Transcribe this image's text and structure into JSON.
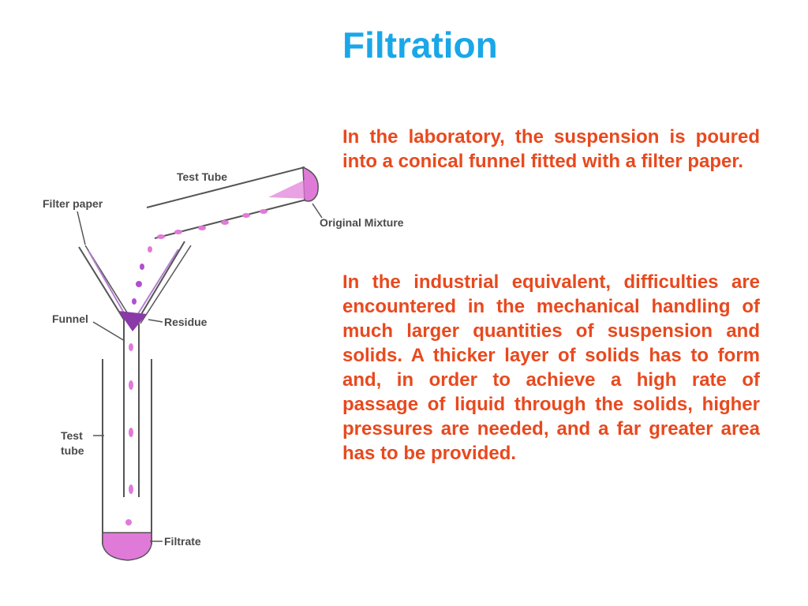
{
  "slide": {
    "title": "Filtration",
    "paragraphs": [
      "In the laboratory, the suspension is poured into a conical funnel fitted with a filter paper.",
      "In the industrial equivalent, difficulties are encountered in the mechanical handling of much larger quantities of suspension and solids. A thicker layer of solids has to form and, in order to achieve a high rate of passage of liquid through the solids, higher pressures are needed, and a far greater area has to be provided."
    ]
  },
  "diagram": {
    "labels": {
      "test_tube_top": "Test Tube",
      "filter_paper": "Filter paper",
      "original_mixture": "Original Mixture",
      "funnel": "Funnel",
      "residue": "Residue",
      "test_tube_line1": "Test",
      "test_tube_line2": "tube",
      "filtrate": "Filtrate"
    }
  },
  "colors": {
    "title": "#1aa7e8",
    "body_text": "#e8491e",
    "liquid": "#e07ad8",
    "residue": "#8a3aa8",
    "label": "#4a4a4a"
  }
}
